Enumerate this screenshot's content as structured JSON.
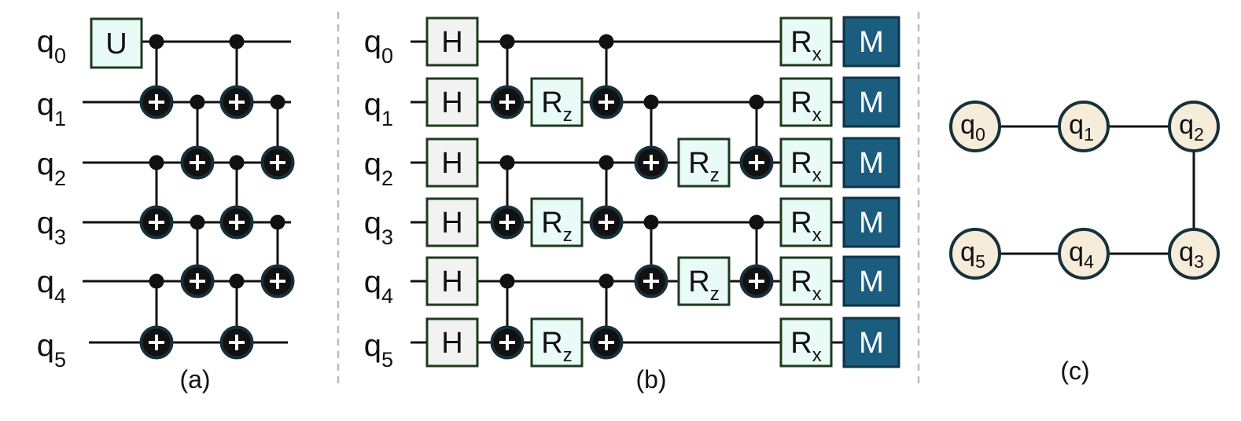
{
  "colors": {
    "wire": "#111111",
    "gate_fill": "#e9fbf6",
    "gate_border": "#1f3a1f",
    "hadamard_fill": "#f2f2f2",
    "measure_fill": "#1b5d7f",
    "measure_text": "#ffffff",
    "node_fill": "#f6ecda",
    "node_border": "#17303a",
    "divider": "#bbbbbb"
  },
  "qubit_prefix": "q",
  "qubits": [
    "0",
    "1",
    "2",
    "3",
    "4",
    "5"
  ],
  "panel_a": {
    "caption": "(a)",
    "unitary_gate": "U",
    "cnots": [
      {
        "control": 0,
        "target": 1
      },
      {
        "control": 2,
        "target": 3
      },
      {
        "control": 4,
        "target": 5
      },
      {
        "control": 1,
        "target": 2
      },
      {
        "control": 3,
        "target": 4
      },
      {
        "control": 0,
        "target": 1
      },
      {
        "control": 2,
        "target": 3
      },
      {
        "control": 4,
        "target": 5
      },
      {
        "control": 1,
        "target": 2
      },
      {
        "control": 3,
        "target": 4
      }
    ]
  },
  "panel_b": {
    "caption": "(b)",
    "hadamard": "H",
    "rz": {
      "base": "R",
      "sub": "z"
    },
    "rx": {
      "base": "R",
      "sub": "x"
    },
    "measure": "M",
    "cnots_first_layer": [
      {
        "control": 0,
        "target": 1
      },
      {
        "control": 2,
        "target": 3
      },
      {
        "control": 4,
        "target": 5
      }
    ],
    "rz_first_layer_qubits": [
      1,
      3,
      5
    ],
    "cnots_second_layer": [
      {
        "control": 0,
        "target": 1
      },
      {
        "control": 2,
        "target": 3
      },
      {
        "control": 4,
        "target": 5
      }
    ],
    "cnots_third_layer": [
      {
        "control": 1,
        "target": 2
      },
      {
        "control": 3,
        "target": 4
      }
    ],
    "rz_second_layer_qubits": [
      2,
      4
    ],
    "cnots_fourth_layer": [
      {
        "control": 1,
        "target": 2
      },
      {
        "control": 3,
        "target": 4
      }
    ]
  },
  "panel_c": {
    "caption": "(c)",
    "nodes": [
      "0",
      "1",
      "2",
      "3",
      "4",
      "5"
    ],
    "edges": [
      [
        0,
        1
      ],
      [
        1,
        2
      ],
      [
        2,
        3
      ],
      [
        3,
        4
      ],
      [
        4,
        5
      ]
    ]
  }
}
